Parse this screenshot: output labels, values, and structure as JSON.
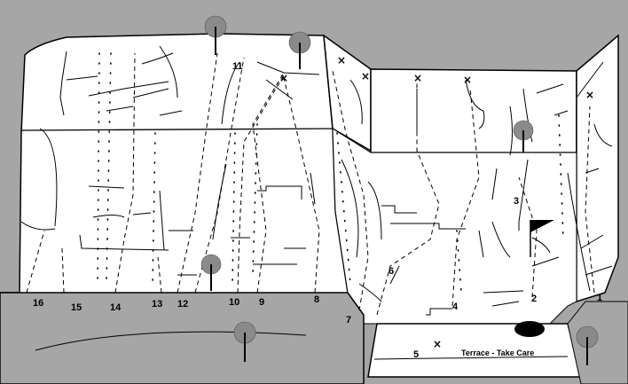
{
  "colors": {
    "background": "#a6a6a6",
    "rock": "#ffffff",
    "ground": "#a6a6a6",
    "line": "#000000",
    "tree": "#8a8a8a"
  },
  "labels": {
    "r1": "1",
    "r2": "2",
    "r3": "3",
    "r4": "4",
    "r5": "5",
    "r6": "6",
    "r7": "7",
    "r8": "8",
    "r9": "9",
    "r10": "10",
    "r11": "11",
    "r12": "12",
    "r13": "13",
    "r14": "14",
    "r15": "15",
    "r16": "16",
    "terrace": "Terrace - Take Care"
  },
  "icons": {
    "tree": "tree-icon",
    "flag": "flag-icon",
    "cross": "cross-mark-icon",
    "hole": "hole-icon"
  }
}
